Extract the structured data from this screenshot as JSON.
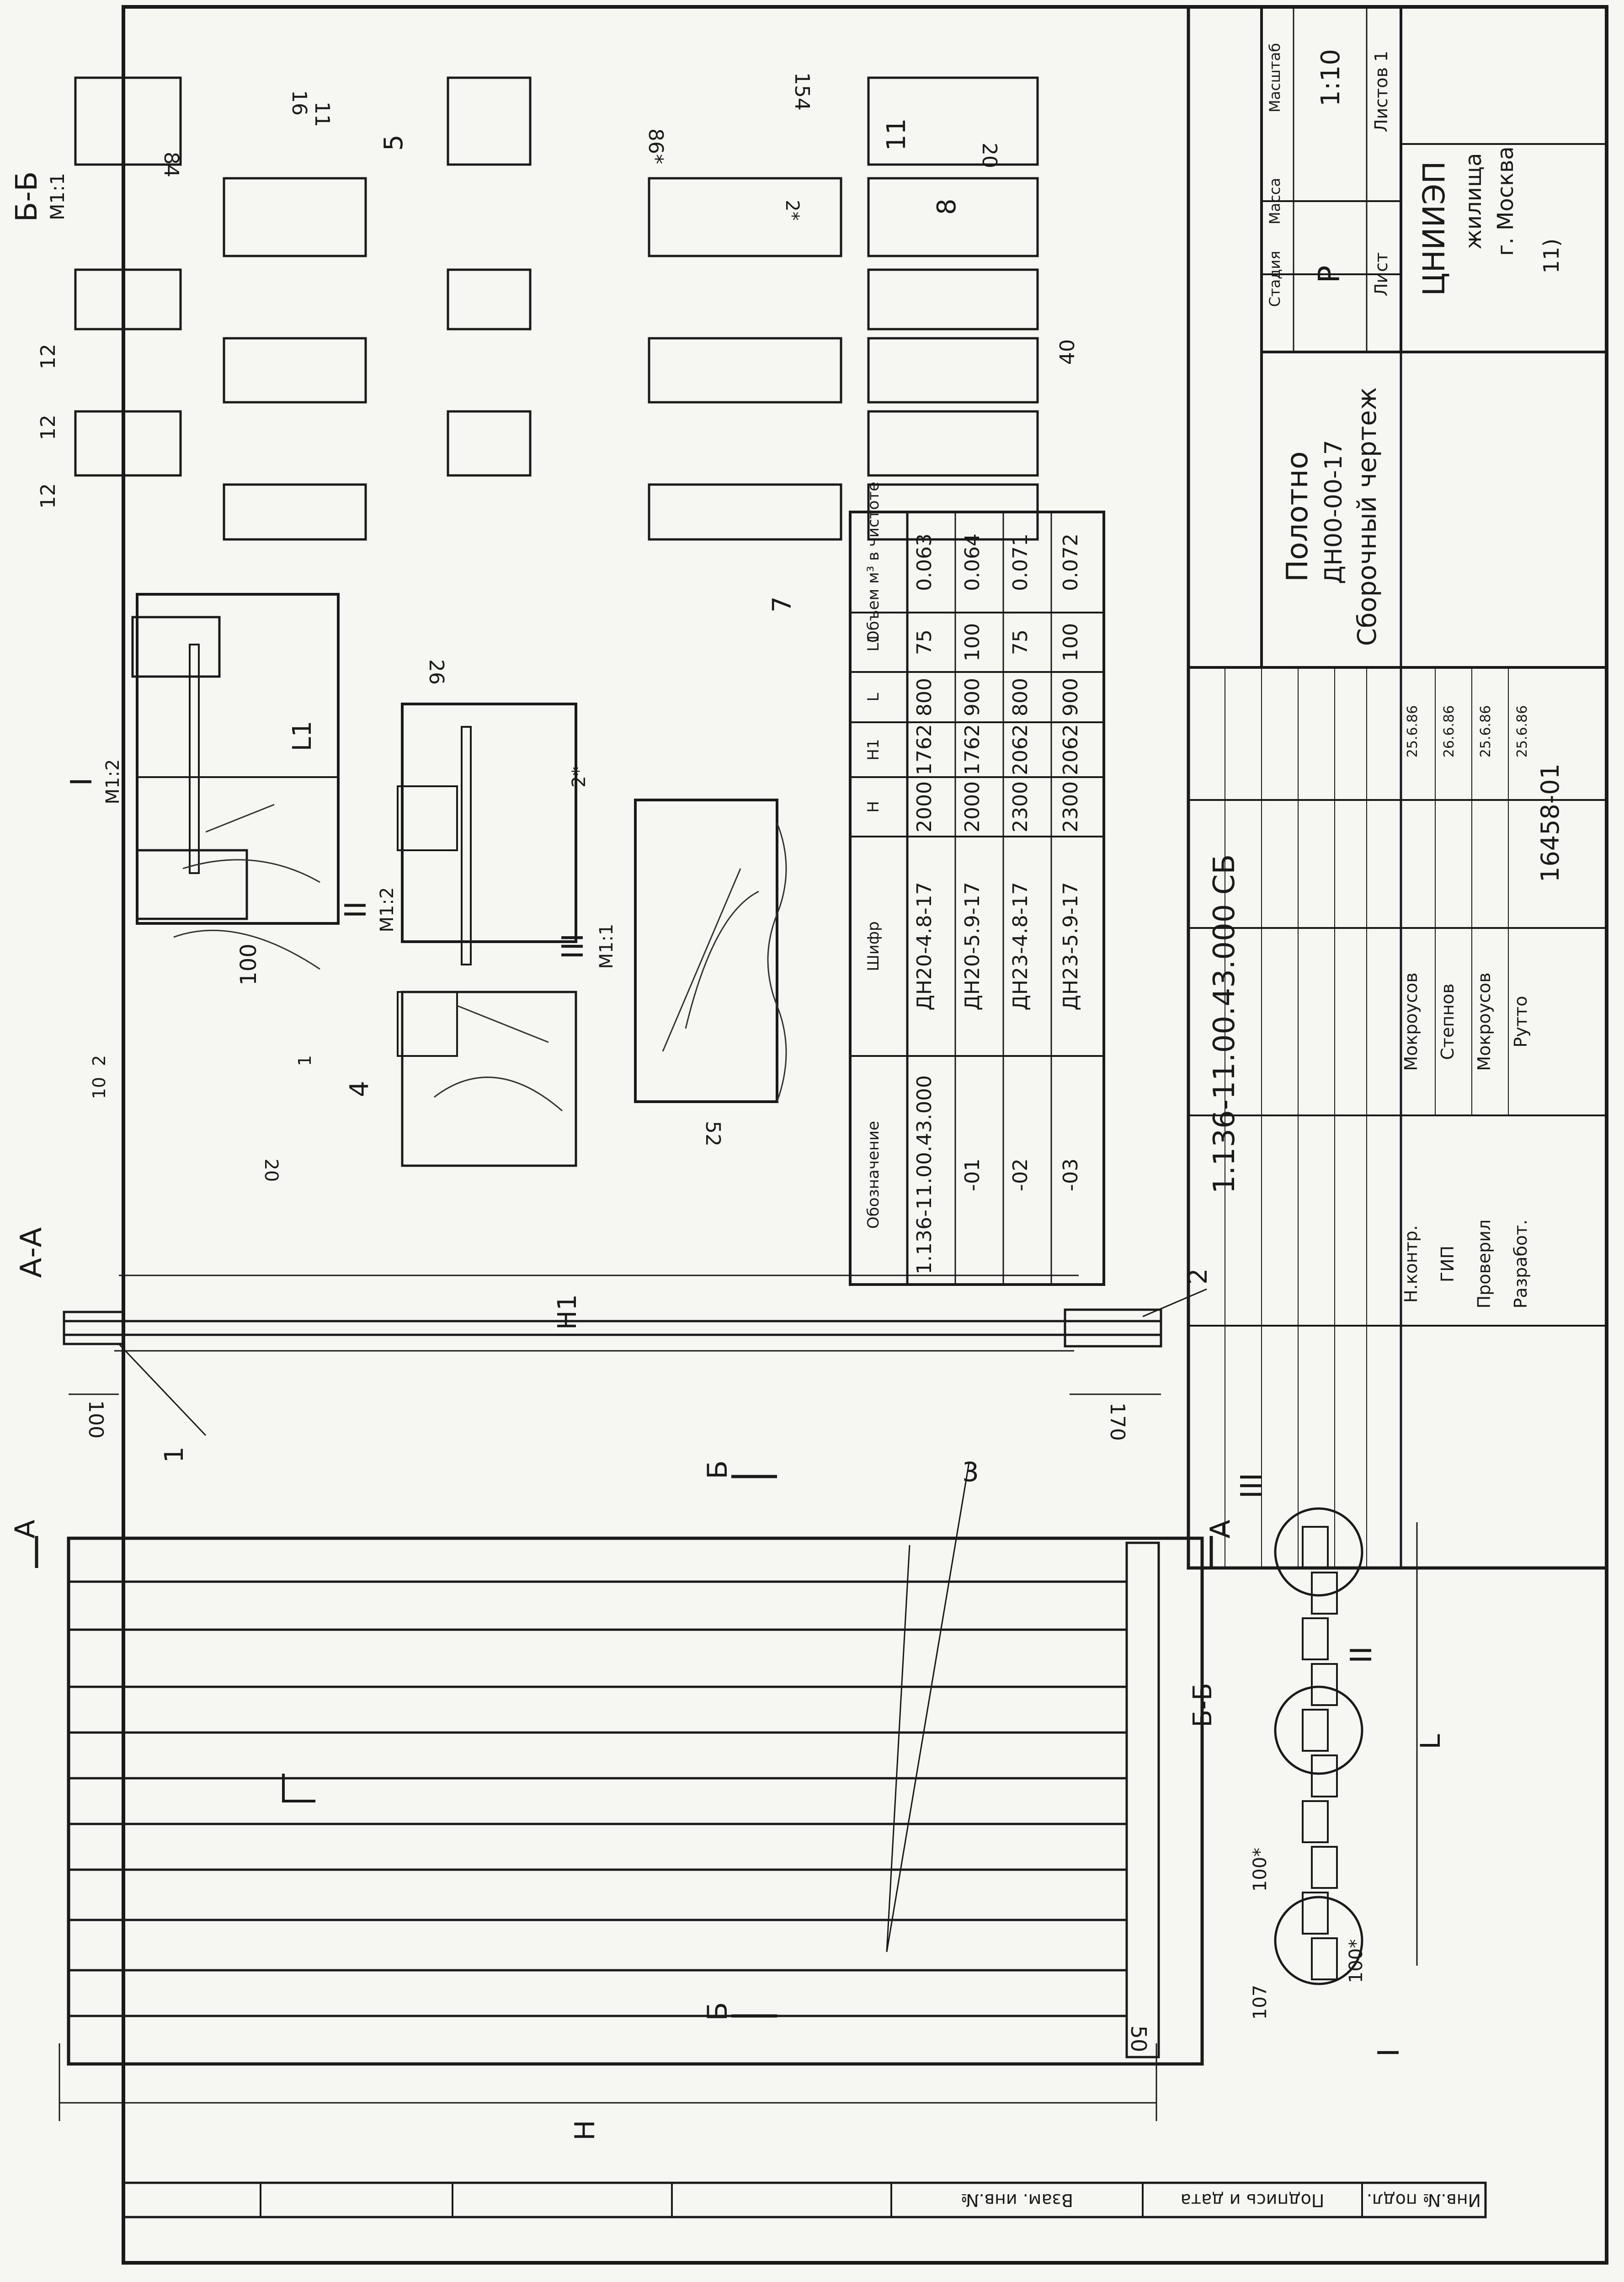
{
  "drawing": {
    "code": "1.136-11.00.43.000 СБ",
    "title_lines": [
      "Полотно",
      "ДН00-00-17",
      "Сборочный чертеж"
    ],
    "org_lines": [
      "ЦНИИЭП",
      "жилища",
      "г. Москва"
    ],
    "stamp_headers": [
      "Стадия",
      "Масса",
      "Масштаб"
    ],
    "stage": "Р",
    "scale": "1:10",
    "sheet_label": "Лист",
    "sheets_label": "Листов 1",
    "bottom_code": "16458-01",
    "bottom_sheet": "11)"
  },
  "signatures": [
    {
      "role": "Н.контр.",
      "name": "Мокроусов",
      "date": "25.6.86"
    },
    {
      "role": "ГИП",
      "name": "Степнов",
      "date": "26.6.86"
    },
    {
      "role": "Проверил",
      "name": "Мокроусов",
      "date": "25.6.86"
    },
    {
      "role": "Разработ.",
      "name": "Рутто",
      "date": "25.6.86"
    }
  ],
  "spec_table": {
    "headers": [
      "Обозначение",
      "Шифр",
      "H",
      "H1",
      "L",
      "L1",
      "Объем м³ в чистоте"
    ],
    "rows": [
      [
        "1.136-11.00.43.000",
        "ДН20-4.8-17",
        "2000",
        "1762",
        "800",
        "75",
        "0.063"
      ],
      [
        "-01",
        "ДН20-5.9-17",
        "2000",
        "1762",
        "900",
        "100",
        "0.064"
      ],
      [
        "-02",
        "ДН23-4.8-17",
        "2300",
        "2062",
        "800",
        "75",
        "0.071"
      ],
      [
        "-03",
        "ДН23-5.9-17",
        "2300",
        "2062",
        "900",
        "100",
        "0.072"
      ]
    ]
  },
  "side_stamp": [
    "Инв.№ подл.",
    "Подпись и дата",
    "Взам. инв.№"
  ],
  "views": {
    "section_aa": "А-А",
    "section_bb": "Б-Б",
    "section_bb_scale": "М1:1",
    "detail_1": "I",
    "detail_1_scale": "М1:2",
    "detail_2": "II",
    "detail_2_scale": "М1:2",
    "detail_3": "III",
    "detail_3_scale": "М1:1",
    "cut_a": "А",
    "cut_b": "Б",
    "detail_mark_1": "I",
    "detail_mark_2": "II",
    "detail_mark_3": "III"
  },
  "dimensions": {
    "H": "H",
    "H1": "H1",
    "L": "L",
    "L1": "L1",
    "d100": "100",
    "d170": "170",
    "d50": "50",
    "d107": "107",
    "d100s": "100*",
    "d20": "20",
    "d10": "10",
    "d2": "2",
    "d1": "1",
    "d52": "52",
    "d26": "26",
    "d2s": "2*",
    "d12": "12",
    "d40": "40",
    "d84": "84",
    "d11": "11",
    "d16": "16",
    "d86": "86*",
    "d154": "154",
    "d2b": "2*",
    "d20b": "20"
  },
  "callouts": [
    "1",
    "2",
    "3",
    "4",
    "5",
    "7",
    "8",
    "11"
  ]
}
